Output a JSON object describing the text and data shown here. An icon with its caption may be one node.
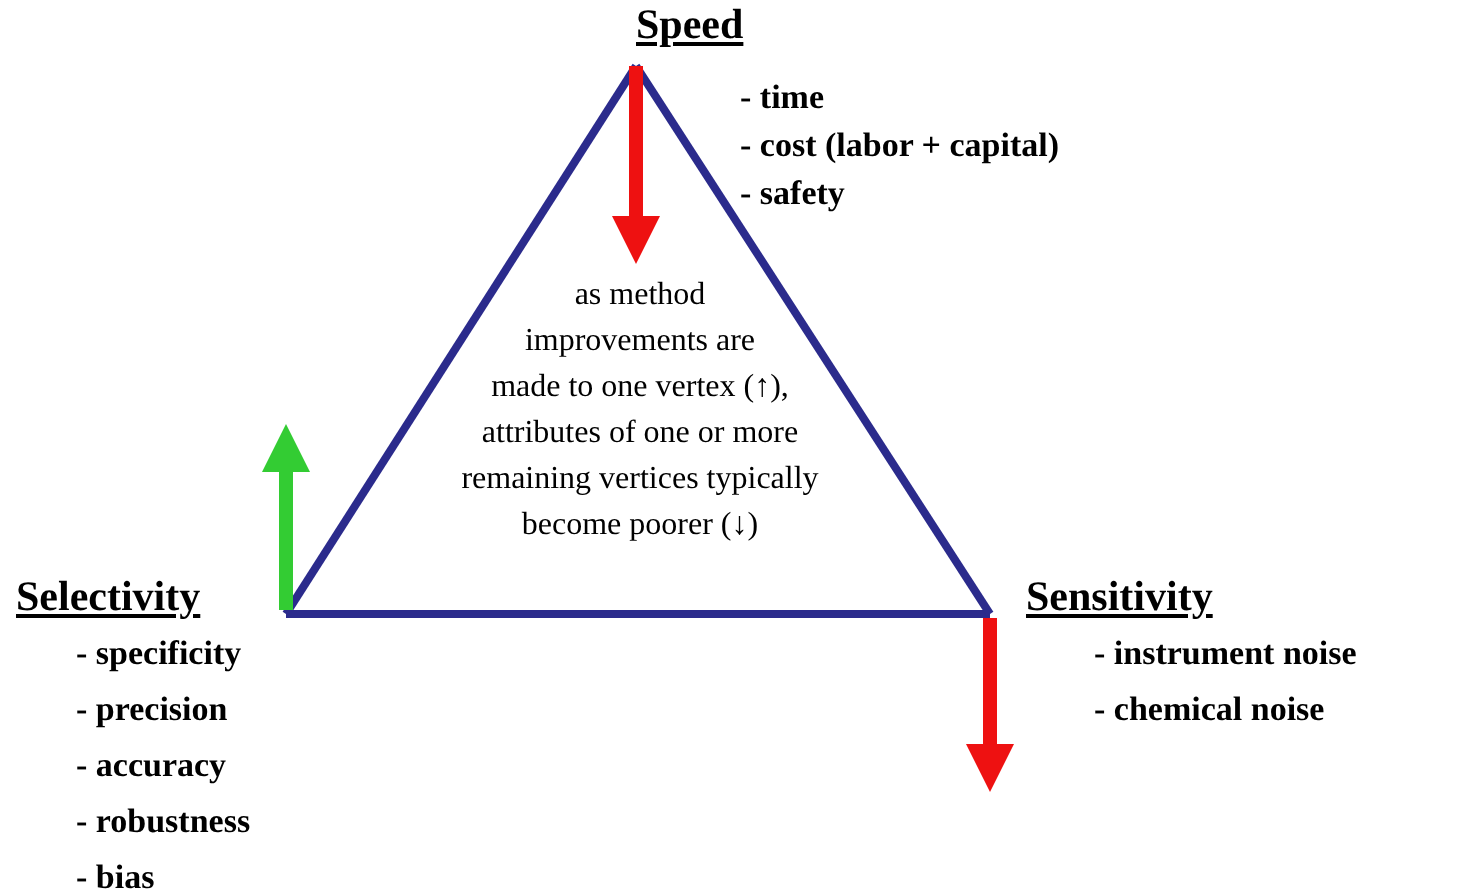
{
  "diagram": {
    "nodes": [
      {
        "text": [
          "Speed",
          "- time",
          "- cost (labor + capital)",
          "- safety"
        ]
      },
      {
        "text": [
          "Selectivity",
          "- specificity",
          "- precision",
          "- accuracy",
          "- robustness",
          "- bias"
        ]
      },
      {
        "text": [
          "Sensitivity",
          "- instrument noise",
          "- chemical noise"
        ]
      }
    ],
    "edges": [
      {
        "from": 0,
        "to": 1,
        "arrow": "none"
      },
      {
        "from": 1,
        "to": 2,
        "arrow": "none"
      },
      {
        "from": 2,
        "to": 0,
        "arrow": "none"
      }
    ],
    "labels": [
      "as method improvements are made to one vertex (↑), attributes of one or more remaining vertices typically become poorer (↓)"
    ]
  }
}
